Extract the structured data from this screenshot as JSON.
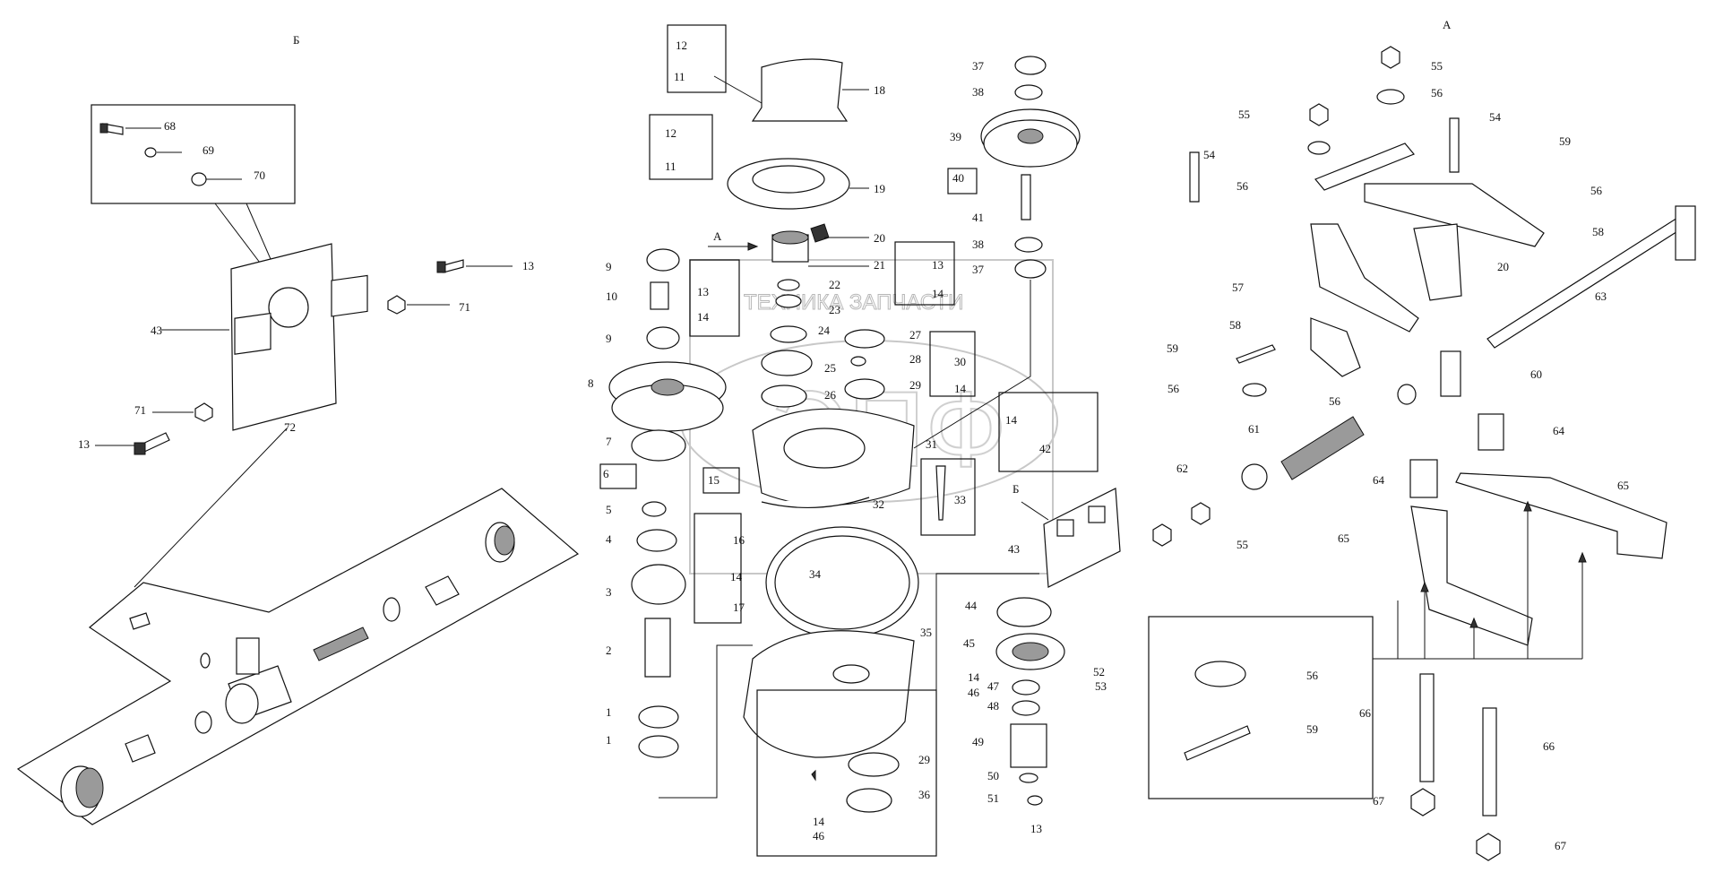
{
  "view_labels": {
    "detail_b": "Б",
    "detail_a": "А",
    "arrow_a": "А",
    "arrow_b": "Б"
  },
  "watermark": {
    "text": "ТЕХНИКА  ЗАПЧАСТИ",
    "logo": "ЭПФ"
  },
  "callouts_left": [
    {
      "id": "c68",
      "text": "68"
    },
    {
      "id": "c69",
      "text": "69"
    },
    {
      "id": "c70",
      "text": "70"
    },
    {
      "id": "c13a",
      "text": "13"
    },
    {
      "id": "c71a",
      "text": "71"
    },
    {
      "id": "c43a",
      "text": "43"
    },
    {
      "id": "c71b",
      "text": "71"
    },
    {
      "id": "c13b",
      "text": "13"
    },
    {
      "id": "c72",
      "text": "72"
    }
  ],
  "callouts_center": [
    {
      "id": "c12a",
      "text": "12"
    },
    {
      "id": "c11a",
      "text": "11"
    },
    {
      "id": "c18",
      "text": "18"
    },
    {
      "id": "c12b",
      "text": "12"
    },
    {
      "id": "c11b",
      "text": "11"
    },
    {
      "id": "c19",
      "text": "19"
    },
    {
      "id": "c20a",
      "text": "20"
    },
    {
      "id": "c21",
      "text": "21"
    },
    {
      "id": "c22",
      "text": "22"
    },
    {
      "id": "c23",
      "text": "23"
    },
    {
      "id": "c24",
      "text": "24"
    },
    {
      "id": "c25",
      "text": "25"
    },
    {
      "id": "c26",
      "text": "26"
    },
    {
      "id": "c27",
      "text": "27"
    },
    {
      "id": "c28",
      "text": "28"
    },
    {
      "id": "c29a",
      "text": "29"
    },
    {
      "id": "c13c",
      "text": "13"
    },
    {
      "id": "c14a",
      "text": "14"
    },
    {
      "id": "c13d",
      "text": "13"
    },
    {
      "id": "c14b",
      "text": "14"
    },
    {
      "id": "c9a",
      "text": "9"
    },
    {
      "id": "c10",
      "text": "10"
    },
    {
      "id": "c9b",
      "text": "9"
    },
    {
      "id": "c8",
      "text": "8"
    },
    {
      "id": "c7",
      "text": "7"
    },
    {
      "id": "c6",
      "text": "6"
    },
    {
      "id": "c5",
      "text": "5"
    },
    {
      "id": "c4",
      "text": "4"
    },
    {
      "id": "c3",
      "text": "3"
    },
    {
      "id": "c2",
      "text": "2"
    },
    {
      "id": "c1a",
      "text": "1"
    },
    {
      "id": "c1b",
      "text": "1"
    },
    {
      "id": "c15",
      "text": "15"
    },
    {
      "id": "c16",
      "text": "16"
    },
    {
      "id": "c14c",
      "text": "14"
    },
    {
      "id": "c17",
      "text": "17"
    },
    {
      "id": "c30",
      "text": "30"
    },
    {
      "id": "c14d",
      "text": "14"
    },
    {
      "id": "c31",
      "text": "31"
    },
    {
      "id": "c32",
      "text": "32"
    },
    {
      "id": "c33",
      "text": "33"
    },
    {
      "id": "c34",
      "text": "34"
    },
    {
      "id": "c35",
      "text": "35"
    },
    {
      "id": "c29b",
      "text": "29"
    },
    {
      "id": "c36",
      "text": "36"
    },
    {
      "id": "c14e",
      "text": "14"
    },
    {
      "id": "c46a",
      "text": "46"
    },
    {
      "id": "c37a",
      "text": "37"
    },
    {
      "id": "c38a",
      "text": "38"
    },
    {
      "id": "c39",
      "text": "39"
    },
    {
      "id": "c40",
      "text": "40"
    },
    {
      "id": "c41",
      "text": "41"
    },
    {
      "id": "c38b",
      "text": "38"
    },
    {
      "id": "c37b",
      "text": "37"
    },
    {
      "id": "c14f",
      "text": "14"
    },
    {
      "id": "c42",
      "text": "42"
    },
    {
      "id": "c43b",
      "text": "43"
    },
    {
      "id": "c44",
      "text": "44"
    },
    {
      "id": "c45",
      "text": "45"
    },
    {
      "id": "c14g",
      "text": "14"
    },
    {
      "id": "c46b",
      "text": "46"
    },
    {
      "id": "c47",
      "text": "47"
    },
    {
      "id": "c48",
      "text": "48"
    },
    {
      "id": "c52",
      "text": "52"
    },
    {
      "id": "c53",
      "text": "53"
    },
    {
      "id": "c49",
      "text": "49"
    },
    {
      "id": "c50",
      "text": "50"
    },
    {
      "id": "c51",
      "text": "51"
    },
    {
      "id": "c13e",
      "text": "13"
    }
  ],
  "callouts_right": [
    {
      "id": "c55a",
      "text": "55"
    },
    {
      "id": "c56a",
      "text": "56"
    },
    {
      "id": "c55b",
      "text": "55"
    },
    {
      "id": "c54a",
      "text": "54"
    },
    {
      "id": "c54b",
      "text": "54"
    },
    {
      "id": "c59a",
      "text": "59"
    },
    {
      "id": "c56b",
      "text": "56"
    },
    {
      "id": "c56c",
      "text": "56"
    },
    {
      "id": "c58a",
      "text": "58"
    },
    {
      "id": "c20b",
      "text": "20"
    },
    {
      "id": "c57",
      "text": "57"
    },
    {
      "id": "c63",
      "text": "63"
    },
    {
      "id": "c58b",
      "text": "58"
    },
    {
      "id": "c59b",
      "text": "59"
    },
    {
      "id": "c60",
      "text": "60"
    },
    {
      "id": "c56d",
      "text": "56"
    },
    {
      "id": "c56e",
      "text": "56"
    },
    {
      "id": "c61",
      "text": "61"
    },
    {
      "id": "c64a",
      "text": "64"
    },
    {
      "id": "c62",
      "text": "62"
    },
    {
      "id": "c64b",
      "text": "64"
    },
    {
      "id": "c65a",
      "text": "65"
    },
    {
      "id": "c55c",
      "text": "55"
    },
    {
      "id": "c65b",
      "text": "65"
    },
    {
      "id": "c56f",
      "text": "56"
    },
    {
      "id": "c59c",
      "text": "59"
    },
    {
      "id": "c66a",
      "text": "66"
    },
    {
      "id": "c66b",
      "text": "66"
    },
    {
      "id": "c67a",
      "text": "67"
    },
    {
      "id": "c67b",
      "text": "67"
    }
  ]
}
